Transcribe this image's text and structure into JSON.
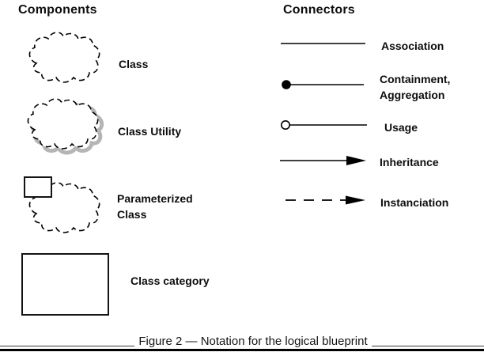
{
  "components": {
    "title": "Components",
    "items": [
      {
        "label": "Class",
        "shape": "dashed-cloud"
      },
      {
        "label": "Class Utility",
        "shape": "dashed-cloud-with-shadow"
      },
      {
        "label": "Parameterized Class",
        "shape": "dashed-cloud-with-parameter-box"
      },
      {
        "label": "Class category",
        "shape": "rectangle"
      }
    ]
  },
  "connectors": {
    "title": "Connectors",
    "items": [
      {
        "label": "Association",
        "symbol": "plain-line"
      },
      {
        "label": "Containment, Aggregation",
        "symbol": "line-with-filled-circle"
      },
      {
        "label": "Usage",
        "symbol": "line-with-open-circle"
      },
      {
        "label": "Inheritance",
        "symbol": "solid-arrow"
      },
      {
        "label": "Instanciation",
        "symbol": "dashed-arrow"
      }
    ]
  },
  "caption": "Figure 2 — Notation for the logical blueprint",
  "colors": {
    "ink": "#000000",
    "shadow_gray": "#b5b5b5",
    "background": "#ffffff"
  }
}
